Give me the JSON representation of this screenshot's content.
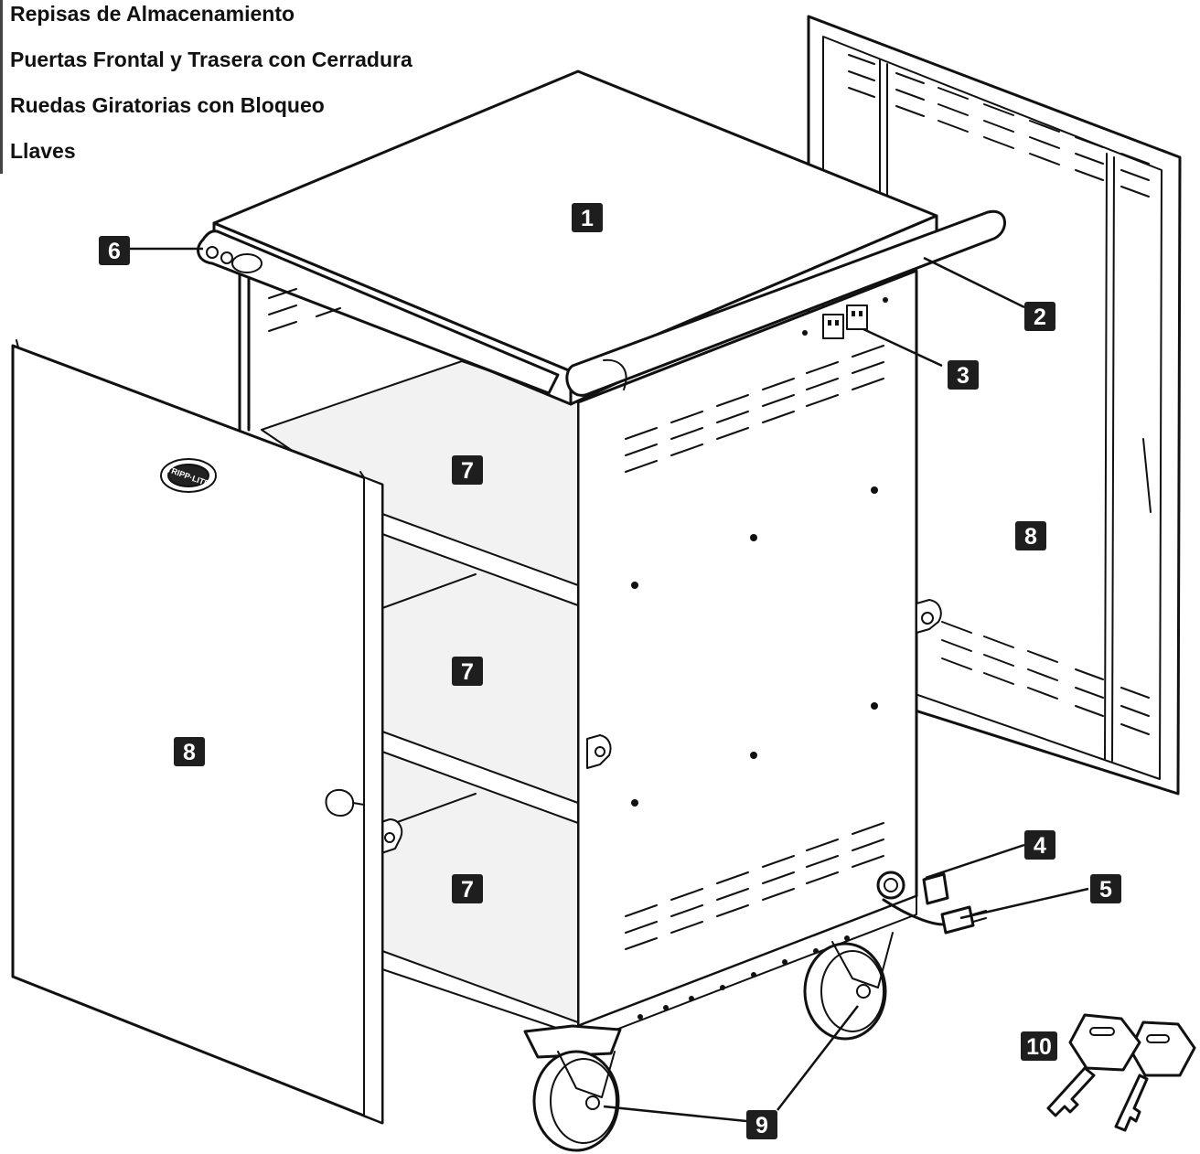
{
  "legend": [
    "Repisas de Almacenamiento",
    "Puertas Frontal y Trasera con Cerradura",
    "Ruedas Giratorias con Bloqueo",
    "Llaves"
  ],
  "door_logo_text": "TRIPP·LITE",
  "callouts": [
    "1",
    "2",
    "3",
    "4",
    "5",
    "6",
    "7",
    "7",
    "7",
    "8",
    "8",
    "9",
    "10"
  ]
}
